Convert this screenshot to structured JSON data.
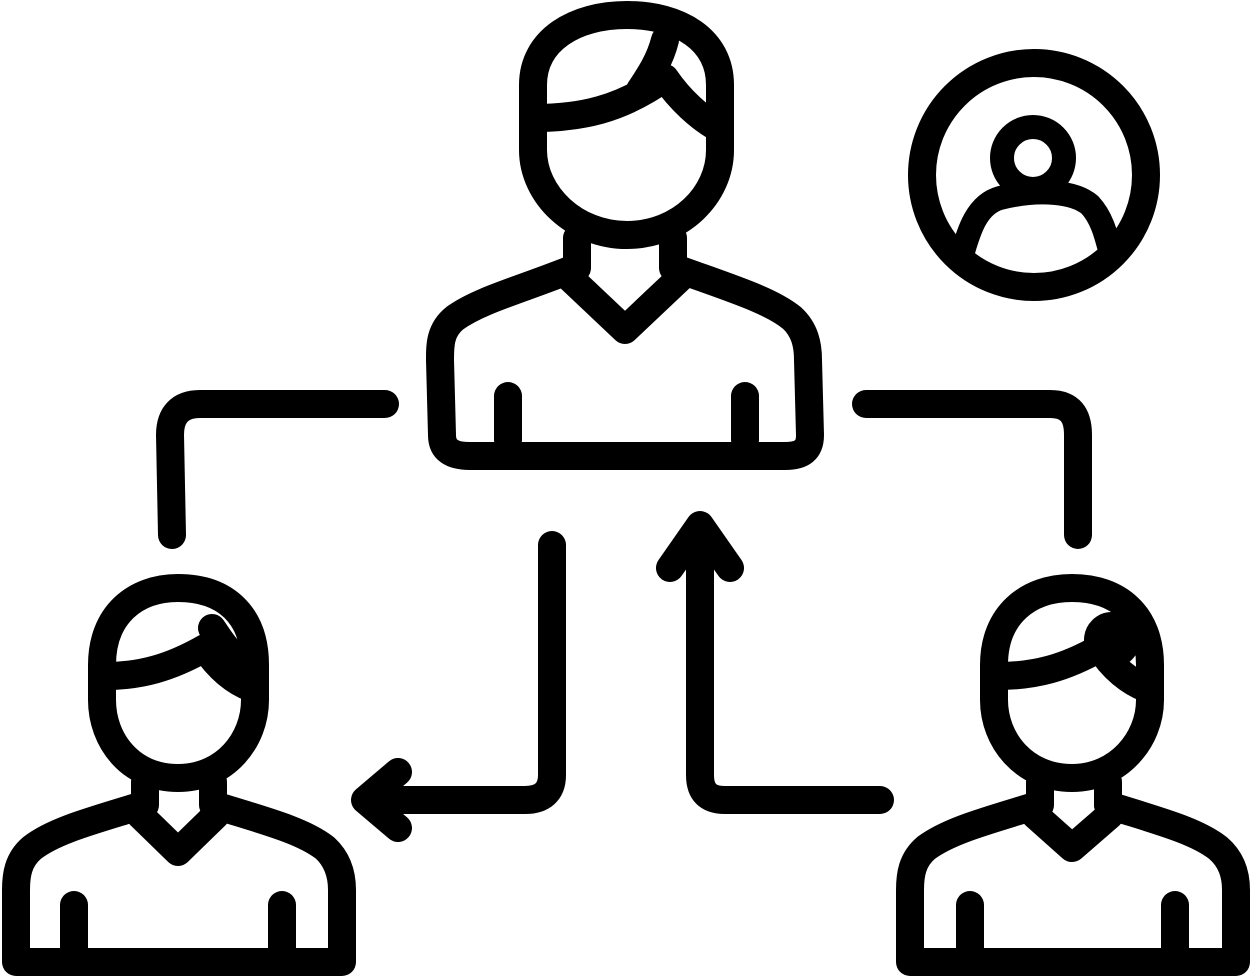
{
  "diagram": {
    "stroke_color": "#000000",
    "background_color": "#ffffff",
    "nodes": [
      {
        "id": "top",
        "icon": "person-icon",
        "role": "center"
      },
      {
        "id": "bottom-left",
        "icon": "person-icon",
        "role": "member"
      },
      {
        "id": "bottom-right",
        "icon": "person-icon",
        "role": "member"
      }
    ],
    "badge": {
      "icon": "user-circle-icon"
    },
    "connections": [
      {
        "from": "top",
        "to": "bottom-left",
        "style": "bracket-line"
      },
      {
        "from": "top",
        "to": "bottom-right",
        "style": "bracket-line"
      },
      {
        "from": "top",
        "to": "bottom-left",
        "style": "arrow"
      },
      {
        "from": "bottom-right",
        "to": "top",
        "style": "arrow"
      }
    ]
  }
}
